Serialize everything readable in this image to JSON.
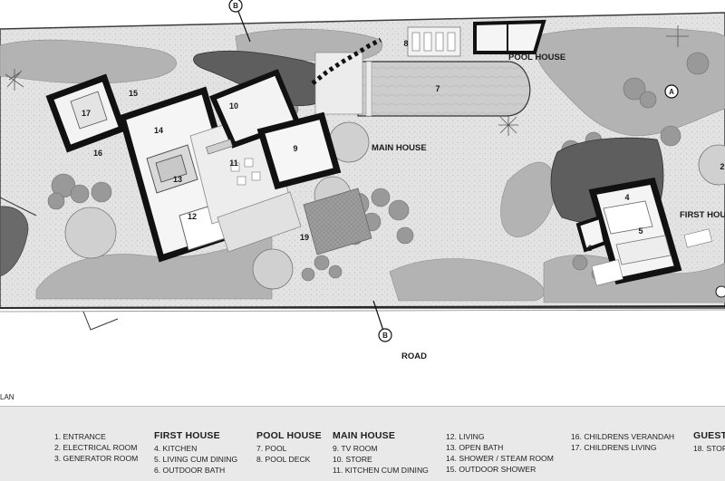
{
  "plan": {
    "main_house_label": "MAIN HOUSE",
    "pool_house_label": "POOL HOUSE",
    "first_house_label": "FIRST HOUSE",
    "road_label": "ROAD",
    "section_marker": "B",
    "section_marker_a": "A",
    "corner_text": "LAN",
    "room_numbers": [
      "17",
      "15",
      "14",
      "16",
      "13",
      "12",
      "10",
      "11",
      "9",
      "8",
      "7",
      "4",
      "5",
      "6",
      "19",
      "2"
    ]
  },
  "legend": {
    "col1": {
      "heading": "",
      "items": [
        "1. ENTRANCE",
        "2. ELECTRICAL ROOM",
        "3. GENERATOR ROOM"
      ]
    },
    "col2": {
      "heading": "FIRST HOUSE",
      "items": [
        "4. KITCHEN",
        "5. LIVING CUM DINING",
        "6. OUTDOOR BATH"
      ]
    },
    "col3": {
      "heading": "POOL HOUSE",
      "items": [
        "7. POOL",
        "8. POOL DECK"
      ]
    },
    "col4": {
      "heading": "MAIN HOUSE",
      "items": [
        "9. TV ROOM",
        "10. STORE",
        "11. KITCHEN CUM DINING"
      ]
    },
    "col5": {
      "heading": "",
      "items": [
        "12. LIVING",
        "13. OPEN BATH",
        "14. SHOWER / STEAM ROOM",
        "15. OUTDOOR SHOWER"
      ]
    },
    "col6": {
      "heading": "",
      "items": [
        "16. CHILDRENS VERANDAH",
        "17. CHILDRENS LIVING"
      ]
    },
    "col7": {
      "heading": "GUEST",
      "items": [
        "18. STOR"
      ]
    }
  }
}
